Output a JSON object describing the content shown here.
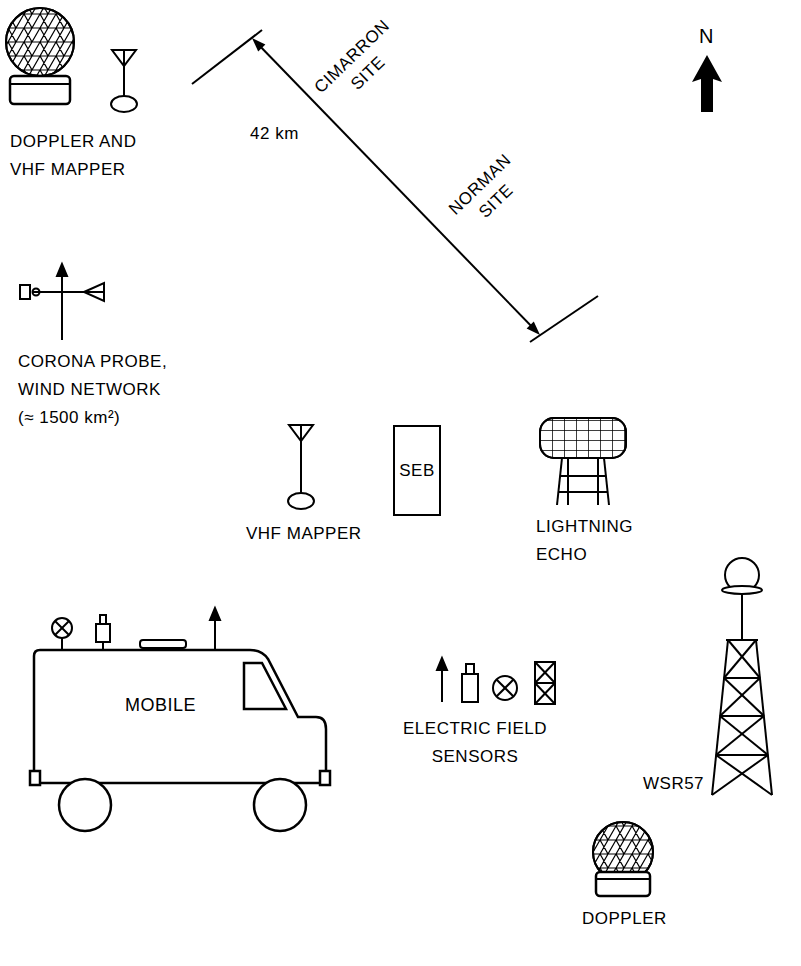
{
  "diagram": {
    "nodes": [
      {
        "text": [
          "SEB"
        ]
      },
      {
        "text": [
          "MOBILE"
        ]
      }
    ],
    "labels": [
      "CIMARRON SITE",
      "NORMAN SITE",
      "42 km",
      "N",
      "DOPPLER AND VHF MAPPER",
      "CORONA PROBE, WIND NETWORK (≈ 1500 km²)",
      "VHF MAPPER",
      "LIGHTNING ECHO",
      "ELECTRIC FIELD SENSORS",
      "WSR57",
      "DOPPLER"
    ]
  }
}
